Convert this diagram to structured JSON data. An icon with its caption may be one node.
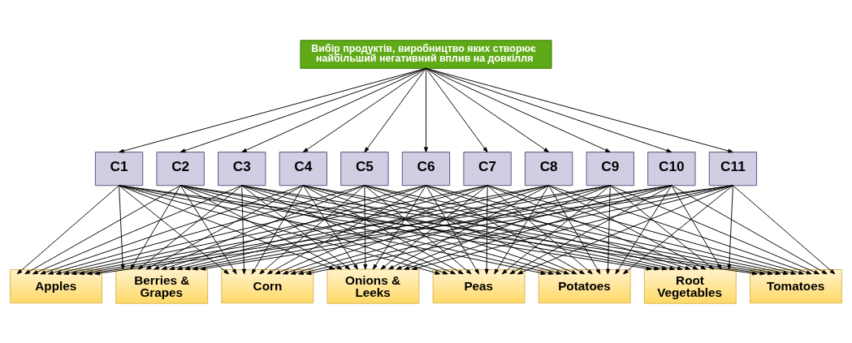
{
  "diagram": {
    "nodes": [
      {
        "text": [
          "Вибір продуктів, виробництво яких створює найбільший негативний вплив на довкілля"
        ]
      },
      {
        "text": [
          "C1"
        ]
      },
      {
        "text": [
          "C2"
        ]
      },
      {
        "text": [
          "C3"
        ]
      },
      {
        "text": [
          "C4"
        ]
      },
      {
        "text": [
          "C5"
        ]
      },
      {
        "text": [
          "C6"
        ]
      },
      {
        "text": [
          "C7"
        ]
      },
      {
        "text": [
          "C8"
        ]
      },
      {
        "text": [
          "C9"
        ]
      },
      {
        "text": [
          "C10"
        ]
      },
      {
        "text": [
          "C11"
        ]
      },
      {
        "text": [
          "Apples"
        ]
      },
      {
        "text": [
          "Berries & Grapes"
        ]
      },
      {
        "text": [
          "Corn"
        ]
      },
      {
        "text": [
          "Onions & Leeks"
        ]
      },
      {
        "text": [
          "Peas"
        ]
      },
      {
        "text": [
          "Potatoes"
        ]
      },
      {
        "text": [
          "Root Vegetables"
        ]
      },
      {
        "text": [
          "Tomatoes"
        ]
      }
    ],
    "edges": [
      {
        "from": 0,
        "to": 1,
        "arrow": "to"
      },
      {
        "from": 0,
        "to": 2,
        "arrow": "to"
      },
      {
        "from": 0,
        "to": 3,
        "arrow": "to"
      },
      {
        "from": 0,
        "to": 4,
        "arrow": "to"
      },
      {
        "from": 0,
        "to": 5,
        "arrow": "to"
      },
      {
        "from": 0,
        "to": 6,
        "arrow": "to"
      },
      {
        "from": 0,
        "to": 7,
        "arrow": "to"
      },
      {
        "from": 0,
        "to": 8,
        "arrow": "to"
      },
      {
        "from": 0,
        "to": 9,
        "arrow": "to"
      },
      {
        "from": 0,
        "to": 10,
        "arrow": "to"
      },
      {
        "from": 0,
        "to": 11,
        "arrow": "to"
      },
      {
        "from": 1,
        "to": 12,
        "arrow": "to"
      },
      {
        "from": 1,
        "to": 13,
        "arrow": "to"
      },
      {
        "from": 1,
        "to": 14,
        "arrow": "to"
      },
      {
        "from": 1,
        "to": 15,
        "arrow": "to"
      },
      {
        "from": 1,
        "to": 16,
        "arrow": "to"
      },
      {
        "from": 1,
        "to": 17,
        "arrow": "to"
      },
      {
        "from": 1,
        "to": 18,
        "arrow": "to"
      },
      {
        "from": 1,
        "to": 19,
        "arrow": "to"
      },
      {
        "from": 2,
        "to": 12,
        "arrow": "to"
      },
      {
        "from": 2,
        "to": 13,
        "arrow": "to"
      },
      {
        "from": 2,
        "to": 14,
        "arrow": "to"
      },
      {
        "from": 2,
        "to": 15,
        "arrow": "to"
      },
      {
        "from": 2,
        "to": 16,
        "arrow": "to"
      },
      {
        "from": 2,
        "to": 17,
        "arrow": "to"
      },
      {
        "from": 2,
        "to": 18,
        "arrow": "to"
      },
      {
        "from": 2,
        "to": 19,
        "arrow": "to"
      },
      {
        "from": 3,
        "to": 12,
        "arrow": "to"
      },
      {
        "from": 3,
        "to": 13,
        "arrow": "to"
      },
      {
        "from": 3,
        "to": 14,
        "arrow": "to"
      },
      {
        "from": 3,
        "to": 15,
        "arrow": "to"
      },
      {
        "from": 3,
        "to": 16,
        "arrow": "to"
      },
      {
        "from": 3,
        "to": 17,
        "arrow": "to"
      },
      {
        "from": 3,
        "to": 18,
        "arrow": "to"
      },
      {
        "from": 3,
        "to": 19,
        "arrow": "to"
      },
      {
        "from": 4,
        "to": 12,
        "arrow": "to"
      },
      {
        "from": 4,
        "to": 13,
        "arrow": "to"
      },
      {
        "from": 4,
        "to": 14,
        "arrow": "to"
      },
      {
        "from": 4,
        "to": 15,
        "arrow": "to"
      },
      {
        "from": 4,
        "to": 16,
        "arrow": "to"
      },
      {
        "from": 4,
        "to": 17,
        "arrow": "to"
      },
      {
        "from": 4,
        "to": 18,
        "arrow": "to"
      },
      {
        "from": 4,
        "to": 19,
        "arrow": "to"
      },
      {
        "from": 5,
        "to": 12,
        "arrow": "to"
      },
      {
        "from": 5,
        "to": 13,
        "arrow": "to"
      },
      {
        "from": 5,
        "to": 14,
        "arrow": "to"
      },
      {
        "from": 5,
        "to": 15,
        "arrow": "to"
      },
      {
        "from": 5,
        "to": 16,
        "arrow": "to"
      },
      {
        "from": 5,
        "to": 17,
        "arrow": "to"
      },
      {
        "from": 5,
        "to": 18,
        "arrow": "to"
      },
      {
        "from": 5,
        "to": 19,
        "arrow": "to"
      },
      {
        "from": 6,
        "to": 12,
        "arrow": "to"
      },
      {
        "from": 6,
        "to": 13,
        "arrow": "to"
      },
      {
        "from": 6,
        "to": 14,
        "arrow": "to"
      },
      {
        "from": 6,
        "to": 15,
        "arrow": "to"
      },
      {
        "from": 6,
        "to": 16,
        "arrow": "to"
      },
      {
        "from": 6,
        "to": 17,
        "arrow": "to"
      },
      {
        "from": 6,
        "to": 18,
        "arrow": "to"
      },
      {
        "from": 6,
        "to": 19,
        "arrow": "to"
      },
      {
        "from": 7,
        "to": 12,
        "arrow": "to"
      },
      {
        "from": 7,
        "to": 13,
        "arrow": "to"
      },
      {
        "from": 7,
        "to": 14,
        "arrow": "to"
      },
      {
        "from": 7,
        "to": 15,
        "arrow": "to"
      },
      {
        "from": 7,
        "to": 16,
        "arrow": "to"
      },
      {
        "from": 7,
        "to": 17,
        "arrow": "to"
      },
      {
        "from": 7,
        "to": 18,
        "arrow": "to"
      },
      {
        "from": 7,
        "to": 19,
        "arrow": "to"
      },
      {
        "from": 8,
        "to": 12,
        "arrow": "to"
      },
      {
        "from": 8,
        "to": 13,
        "arrow": "to"
      },
      {
        "from": 8,
        "to": 14,
        "arrow": "to"
      },
      {
        "from": 8,
        "to": 15,
        "arrow": "to"
      },
      {
        "from": 8,
        "to": 16,
        "arrow": "to"
      },
      {
        "from": 8,
        "to": 17,
        "arrow": "to"
      },
      {
        "from": 8,
        "to": 18,
        "arrow": "to"
      },
      {
        "from": 8,
        "to": 19,
        "arrow": "to"
      },
      {
        "from": 9,
        "to": 12,
        "arrow": "to"
      },
      {
        "from": 9,
        "to": 13,
        "arrow": "to"
      },
      {
        "from": 9,
        "to": 14,
        "arrow": "to"
      },
      {
        "from": 9,
        "to": 15,
        "arrow": "to"
      },
      {
        "from": 9,
        "to": 16,
        "arrow": "to"
      },
      {
        "from": 9,
        "to": 17,
        "arrow": "to"
      },
      {
        "from": 9,
        "to": 18,
        "arrow": "to"
      },
      {
        "from": 9,
        "to": 19,
        "arrow": "to"
      },
      {
        "from": 10,
        "to": 12,
        "arrow": "to"
      },
      {
        "from": 10,
        "to": 13,
        "arrow": "to"
      },
      {
        "from": 10,
        "to": 14,
        "arrow": "to"
      },
      {
        "from": 10,
        "to": 15,
        "arrow": "to"
      },
      {
        "from": 10,
        "to": 16,
        "arrow": "to"
      },
      {
        "from": 10,
        "to": 17,
        "arrow": "to"
      },
      {
        "from": 10,
        "to": 18,
        "arrow": "to"
      },
      {
        "from": 10,
        "to": 19,
        "arrow": "to"
      },
      {
        "from": 11,
        "to": 12,
        "arrow": "to"
      },
      {
        "from": 11,
        "to": 13,
        "arrow": "to"
      },
      {
        "from": 11,
        "to": 14,
        "arrow": "to"
      },
      {
        "from": 11,
        "to": 15,
        "arrow": "to"
      },
      {
        "from": 11,
        "to": 16,
        "arrow": "to"
      },
      {
        "from": 11,
        "to": 17,
        "arrow": "to"
      },
      {
        "from": 11,
        "to": 18,
        "arrow": "to"
      },
      {
        "from": 11,
        "to": 19,
        "arrow": "to"
      }
    ]
  }
}
